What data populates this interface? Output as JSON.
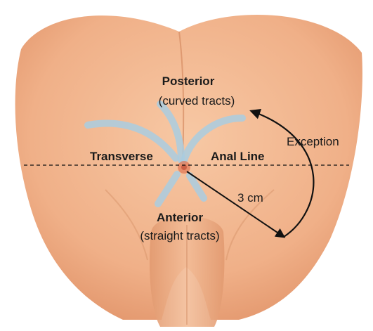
{
  "labels": {
    "posterior_title": "Posterior",
    "posterior_sub": "(curved tracts)",
    "transverse": "Transverse",
    "anal_line": "Anal Line",
    "distance": "3 cm",
    "anterior_title": "Anterior",
    "anterior_sub": "(straight tracts)",
    "exception": "Exception"
  },
  "colors": {
    "skin": "#f2b48b",
    "skin_shadow": "#d88f66",
    "tract": "#a9cde0",
    "line": "#111111"
  }
}
